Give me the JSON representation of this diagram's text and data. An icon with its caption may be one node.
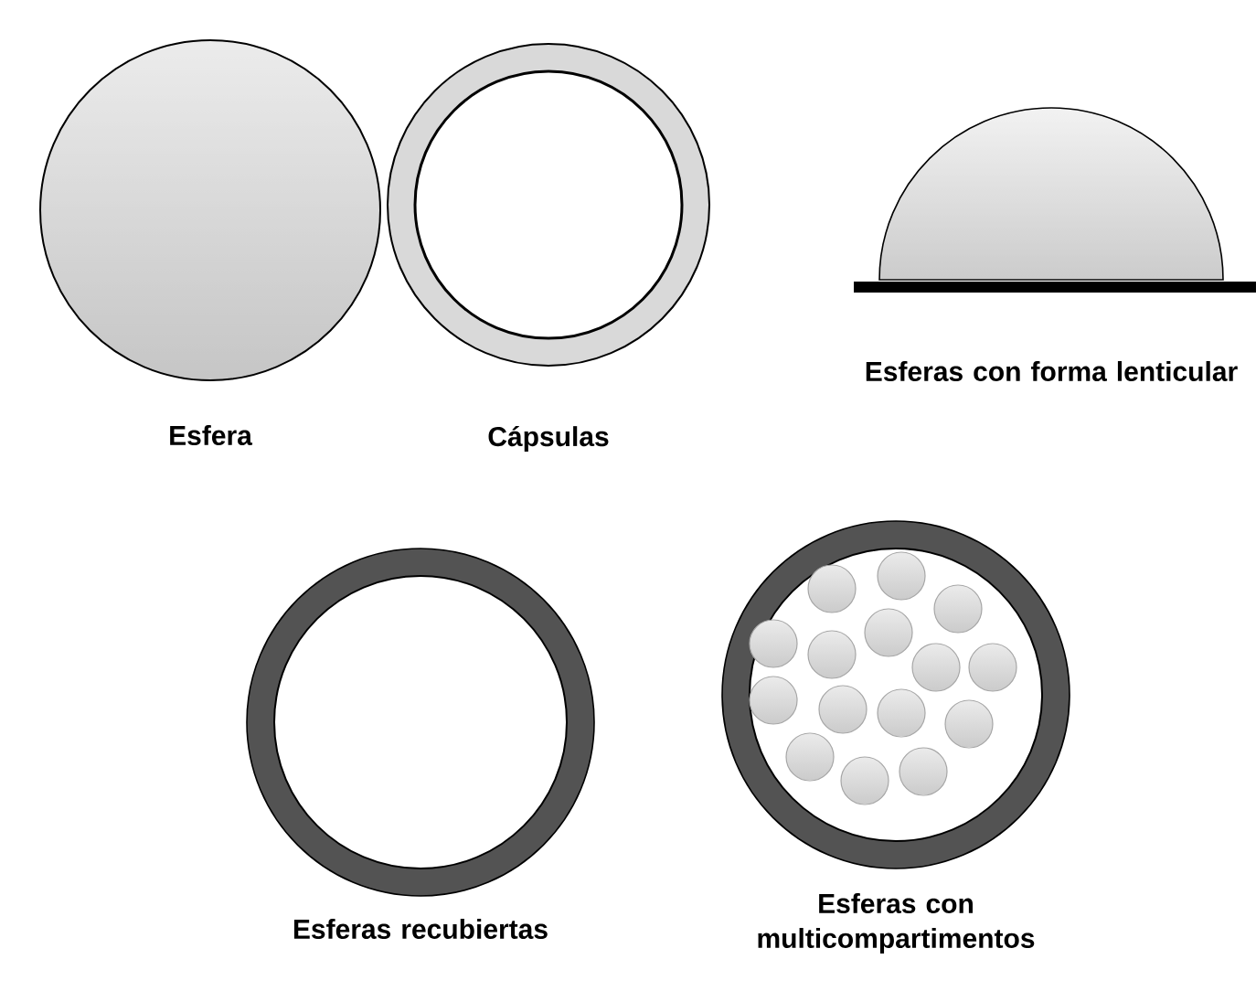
{
  "diagram": {
    "nodes": [
      {
        "text": [
          "Esfera"
        ]
      },
      {
        "text": [
          "Cápsulas"
        ]
      },
      {
        "text": [
          "Esferas con forma lenticular"
        ]
      },
      {
        "text": [
          "Esferas recubiertas"
        ]
      },
      {
        "text": [
          "Esferas con multicompartimentos"
        ]
      }
    ]
  }
}
